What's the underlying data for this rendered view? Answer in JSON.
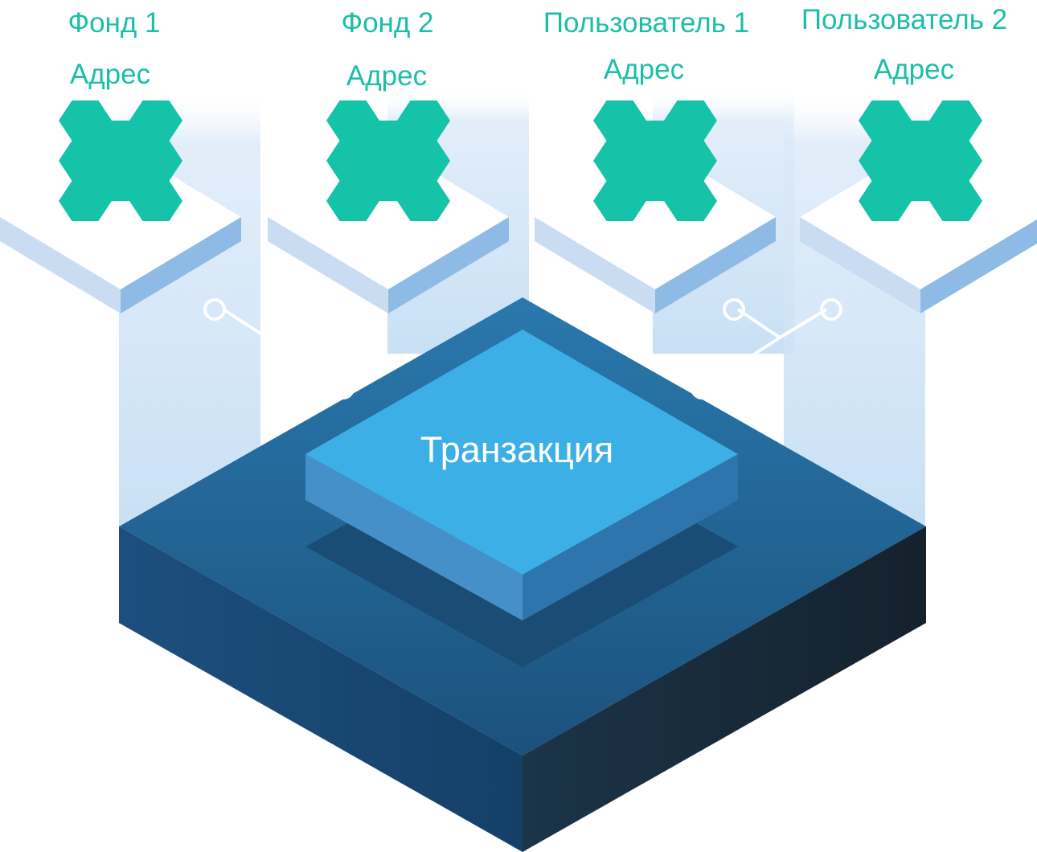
{
  "colors": {
    "accent_teal": "#1bbfa8",
    "hex_cluster": "#15c3a8",
    "center_text": "#ffffff"
  },
  "nodes": [
    {
      "title": "Фонд 1",
      "subtitle": "Адрес",
      "icon": "hexagon-cluster-icon"
    },
    {
      "title": "Фонд 2",
      "subtitle": "Адрес",
      "icon": "hexagon-cluster-icon"
    },
    {
      "title": "Пользователь 1",
      "subtitle": "Адрес",
      "icon": "hexagon-cluster-icon"
    },
    {
      "title": "Пользователь 2",
      "subtitle": "Адрес",
      "icon": "hexagon-cluster-icon"
    }
  ],
  "center": {
    "label": "Транзакция"
  },
  "connectors": [
    "left-connector-icon",
    "right-connector-icon"
  ]
}
